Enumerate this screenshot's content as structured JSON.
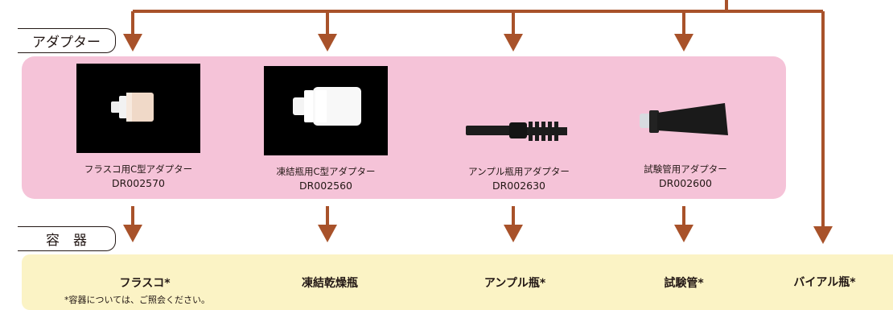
{
  "labels": {
    "adapter": "アダプター",
    "container": "容　器"
  },
  "adapters": [
    {
      "name": "フラスコ用C型アダプター",
      "code": "DR002570"
    },
    {
      "name": "凍結瓶用C型アダプター",
      "code": "DR002560"
    },
    {
      "name": "アンプル瓶用アダプター",
      "code": "DR002630"
    },
    {
      "name": "試験管用アダプター",
      "code": "DR002600"
    }
  ],
  "containers": [
    "フラスコ*",
    "凍結乾燥瓶",
    "アンプル瓶*",
    "試験管*",
    "バイアル瓶*"
  ],
  "note": "*容器については、ご照会ください。",
  "colors": {
    "arrow": "#a8522a",
    "adapter_panel": "#f5c3d8",
    "container_panel": "#fbf3c5"
  }
}
